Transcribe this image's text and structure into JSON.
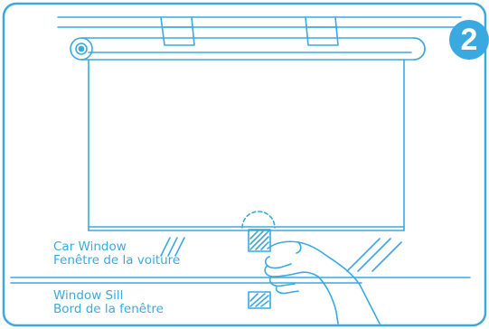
{
  "step": {
    "number": "2"
  },
  "labels": {
    "car_window": {
      "en": "Car Window",
      "fr": "Fenêtre de la voiture"
    },
    "window_sill": {
      "en": "Window Sill",
      "fr": "Bord de la fenêtre"
    }
  },
  "colors": {
    "line": "#3aa9e0",
    "badge": "#3aa9e0",
    "background": "#ffffff"
  }
}
